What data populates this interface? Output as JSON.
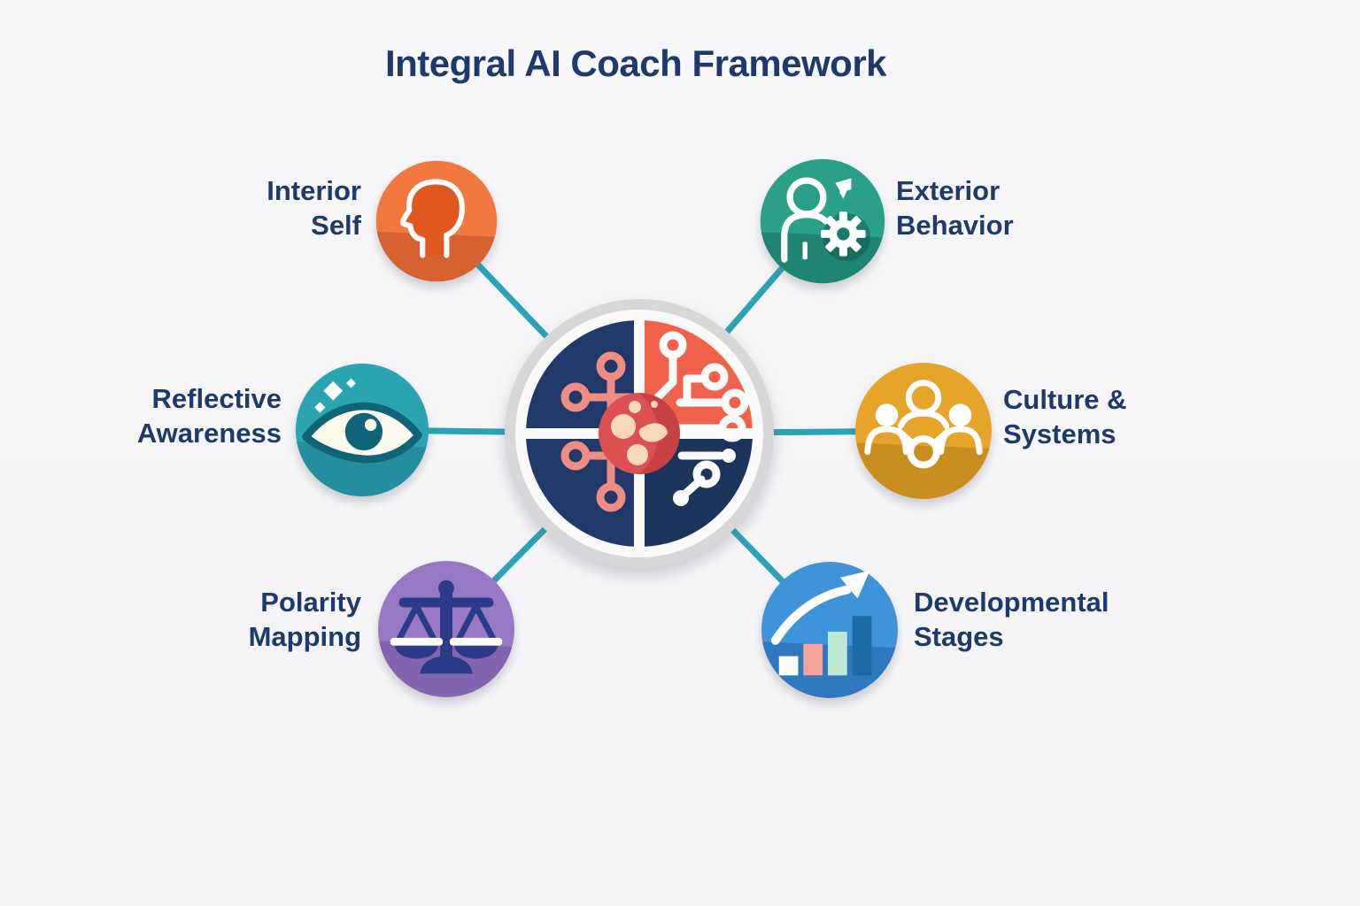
{
  "title": "Integral AI Coach Framework",
  "palette": {
    "title_text": "#1e3a6b",
    "connector": "#2aa3b2",
    "hub_ring_gray": "#d7d7da",
    "hub_ring_white": "#fafafb",
    "hub_navy": "#21396a",
    "hub_coral": "#ef614b",
    "hub_core_red": "#db5150",
    "hub_core_dots": "#f8dab8",
    "circuit_left": "#ef8c84",
    "circuit_right": "#fbfbfc"
  },
  "hub": {
    "name": "integral-ai-core",
    "icon": "brain-circuit-quadrants-icon"
  },
  "nodes": [
    {
      "id": "interior-self",
      "label": "Interior\nSelf",
      "icon": "head-profile-icon",
      "color": "#f1783f"
    },
    {
      "id": "exterior-behavior",
      "label": "Exterior\nBehavior",
      "icon": "person-gear-icon",
      "color": "#2aa089"
    },
    {
      "id": "reflective-awareness",
      "label": "Reflective\nAwareness",
      "icon": "eye-icon",
      "color": "#2ba4b2"
    },
    {
      "id": "culture-systems",
      "label": "Culture &\nSystems",
      "icon": "people-network-icon",
      "color": "#e6a42a"
    },
    {
      "id": "polarity-mapping",
      "label": "Polarity\nMapping",
      "icon": "balance-scale-icon",
      "color": "#9878c4"
    },
    {
      "id": "developmental-stages",
      "label": "Developmental\nStages",
      "icon": "bar-chart-growth-icon",
      "color": "#3f93d9"
    }
  ]
}
